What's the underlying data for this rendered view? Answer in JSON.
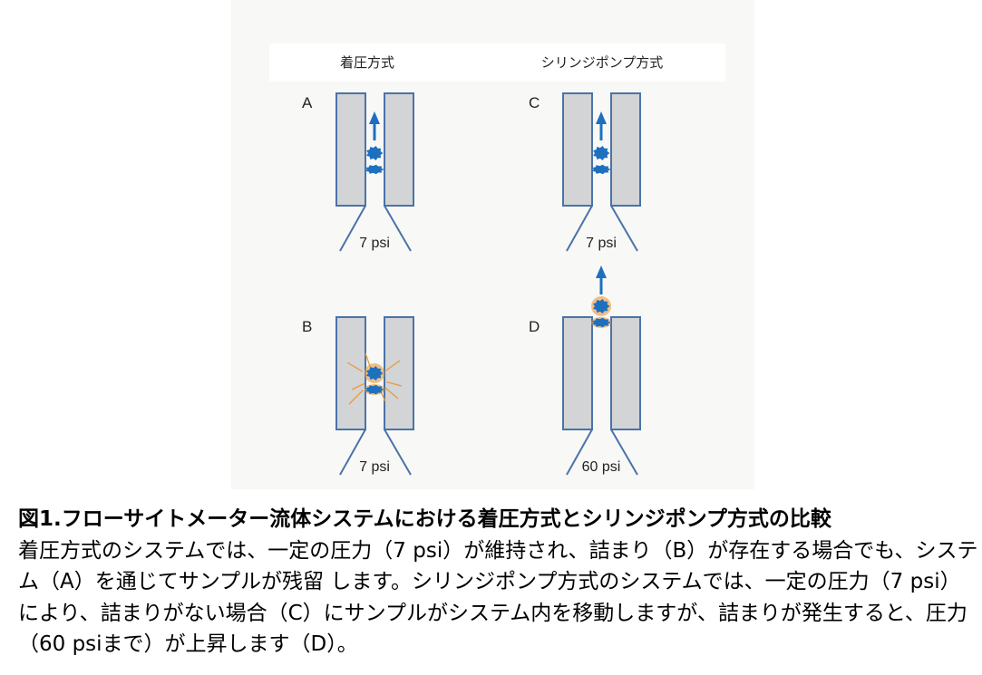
{
  "figure": {
    "headers": [
      "着圧方式",
      "シリンジポンプ方式"
    ],
    "panels": [
      {
        "letter": "A",
        "pressure": "7 psi",
        "state": "flowing"
      },
      {
        "letter": "B",
        "pressure": "7 psi",
        "state": "clogged"
      },
      {
        "letter": "C",
        "pressure": "7 psi",
        "state": "flowing"
      },
      {
        "letter": "D",
        "pressure": "60 psi",
        "state": "pushed-out"
      }
    ],
    "colors": {
      "wall": "#d3d4d6",
      "outline": "#4a73a8",
      "particle": "#1f6fbf",
      "burst": "#e89a3c"
    }
  },
  "caption": {
    "title": "図1.フローサイトメーター流体システムにおける着圧方式とシリンジポンプ方式の比較",
    "body": "着圧方式のシステムでは、一定の圧力（7 psi）が維持され、詰まり（B）が存在する場合でも、システム（A）を通じてサンプルが残留 します。シリンジポンプ方式のシステムでは、一定の圧力（7 psi）により、詰まりがない場合（C）にサンプルがシステム内を移動しますが、詰まりが発生すると、圧力（60 psiまで）が上昇します（D）。"
  }
}
